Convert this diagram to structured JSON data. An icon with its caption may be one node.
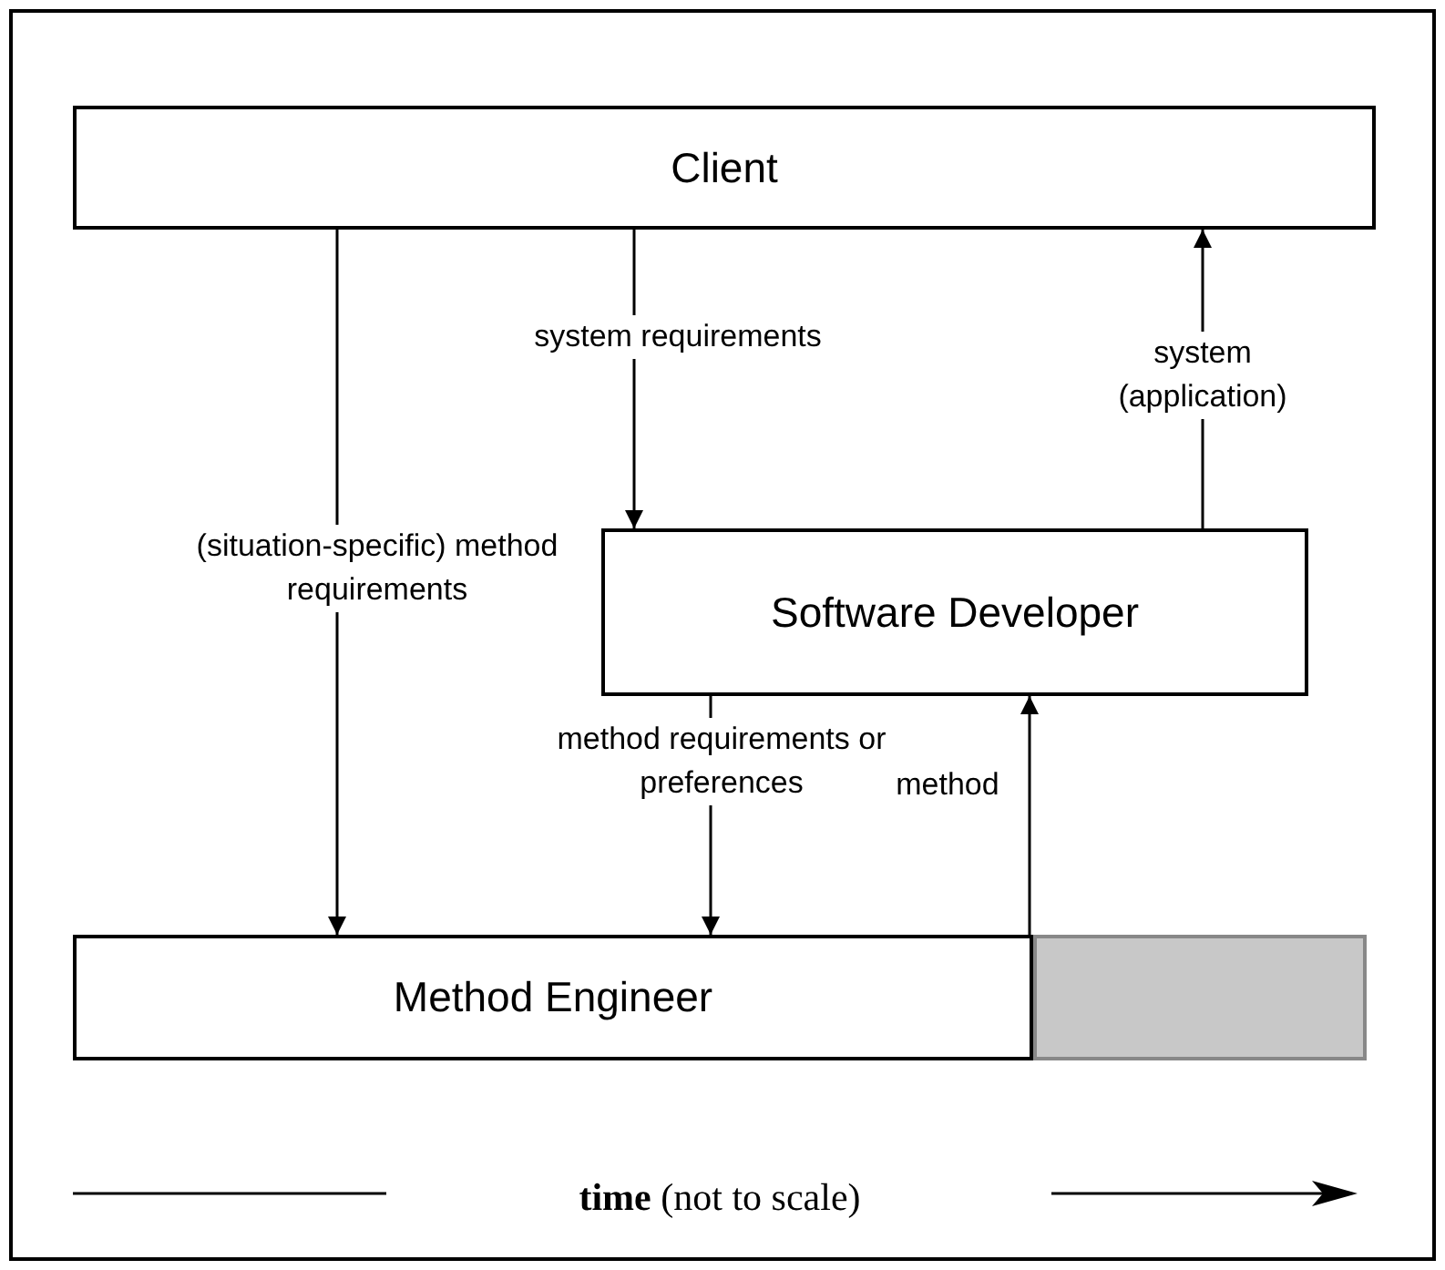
{
  "diagram": {
    "nodes": [
      {
        "text": [
          "Client"
        ]
      },
      {
        "text": [
          "Software Developer"
        ]
      },
      {
        "text": [
          "Method Engineer"
        ]
      },
      {
        "text": [],
        "shape": "box"
      }
    ],
    "edges": [
      {
        "from": 0,
        "to": 2,
        "arrow": "to",
        "label": "(situation-specific) method requirements"
      },
      {
        "from": 0,
        "to": 1,
        "arrow": "to",
        "label": "system requirements"
      },
      {
        "from": 1,
        "to": 0,
        "arrow": "to",
        "label": "system (application)"
      },
      {
        "from": 1,
        "to": 2,
        "arrow": "to",
        "label": "method requirements or preferences"
      },
      {
        "from": 2,
        "to": 1,
        "arrow": "to",
        "label": "method"
      }
    ],
    "labels": [
      "**time** (not to scale)"
    ]
  }
}
